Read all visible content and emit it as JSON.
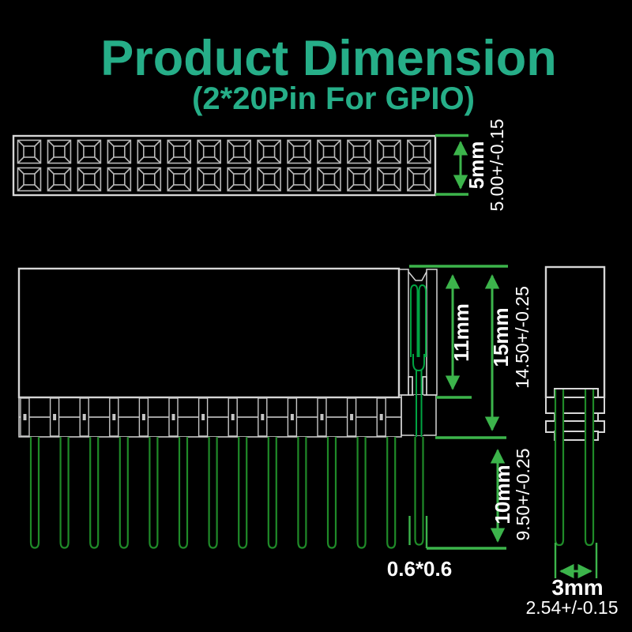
{
  "title": "Product Dimension",
  "subtitle": "(2*20Pin For GPIO)",
  "colors": {
    "background": "#000000",
    "title": "#26ae88",
    "label": "#ffffff",
    "dimension": "#3cb44b",
    "outline": "#d6d6d6",
    "pin": "#1f8a28",
    "contact": "#00a442",
    "hatch": "#13a7ad"
  },
  "views": {
    "top_view": {
      "rows": 2,
      "columns": 14
    },
    "side_view": {
      "pins": 13,
      "posts": 13
    },
    "end_view": {
      "pins": 2
    }
  },
  "dimensions": {
    "socket_height": {
      "label": "5mm",
      "tolerance": "5.00+/-0.15"
    },
    "insulator_height": {
      "label": "11mm"
    },
    "total_height": {
      "label": "15mm",
      "tolerance": "14.50+/-0.25"
    },
    "pin_length": {
      "label": "10mm",
      "tolerance": "9.50+/-0.25"
    },
    "pin_cross_section": {
      "label": "0.6*0.6"
    },
    "row_pitch": {
      "label": "3mm",
      "tolerance": "2.54+/-0.15"
    }
  }
}
